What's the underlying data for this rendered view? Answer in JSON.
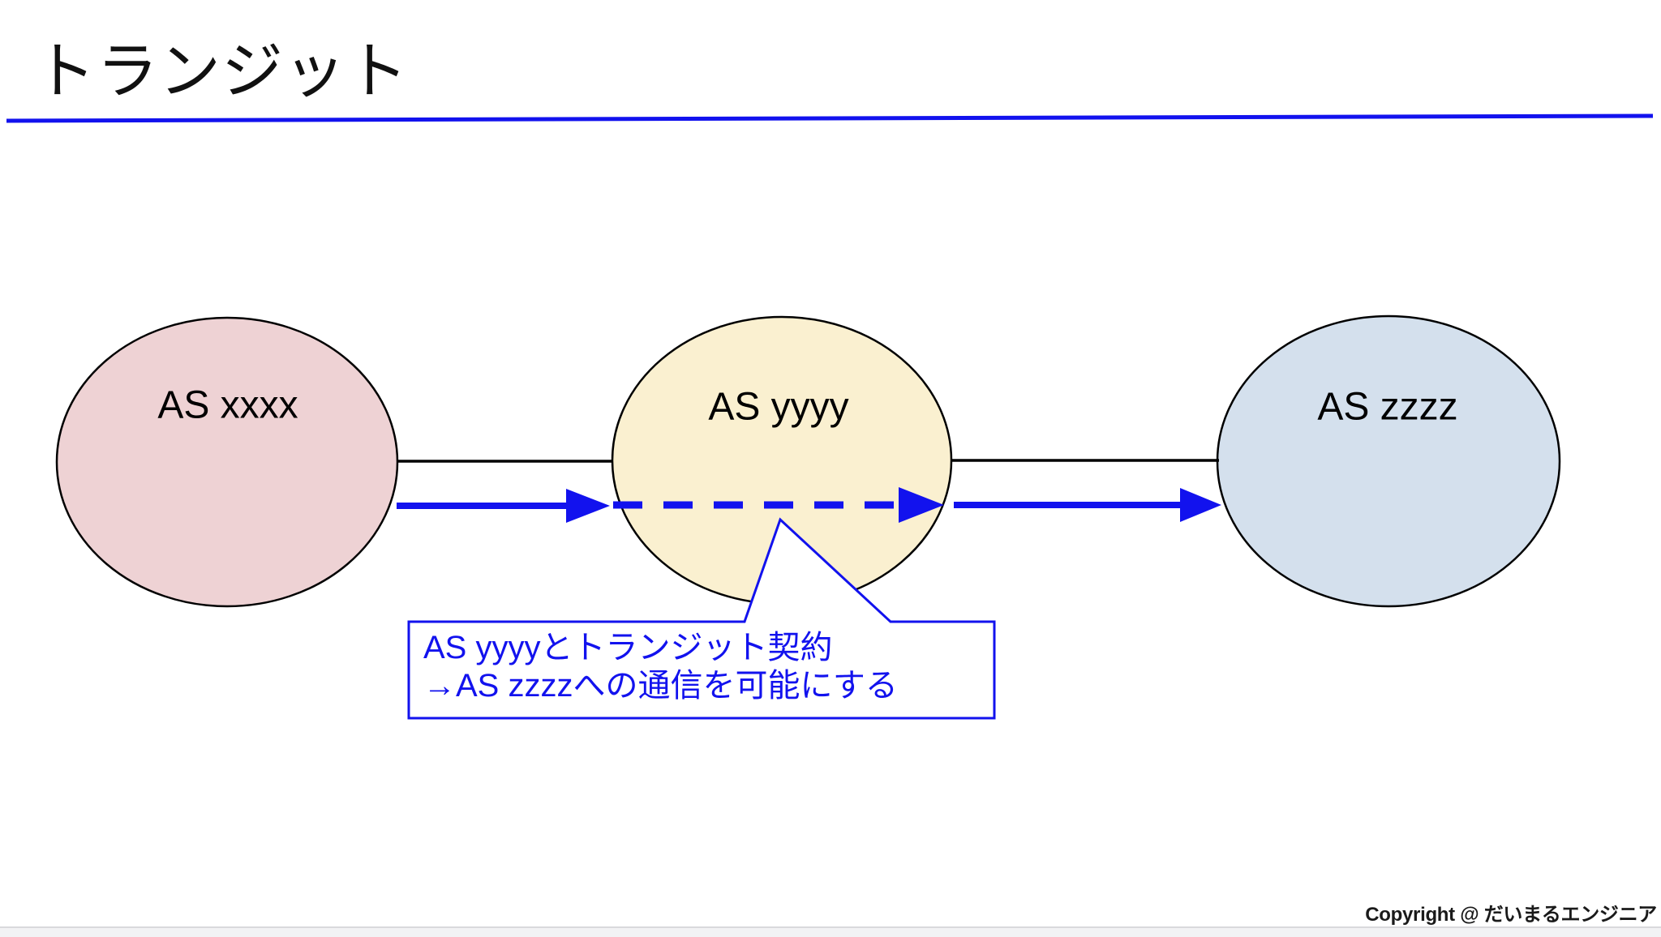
{
  "header": {
    "title": "トランジット"
  },
  "colors": {
    "accent": "#1212ee",
    "node-xxxx": "#eed2d4",
    "node-yyyy": "#faf0d0",
    "node-zzzz": "#d4e0ed",
    "footer-bar": "#f2f2f4",
    "footer-bar-border": "#d9d9dc"
  },
  "diagram": {
    "nodes": [
      {
        "id": "as-xxxx",
        "label": "AS xxxx"
      },
      {
        "id": "as-yyyy",
        "label": "AS yyyy"
      },
      {
        "id": "as-zzzz",
        "label": "AS zzzz"
      }
    ],
    "callout": {
      "line1": "AS yyyyとトランジット契約",
      "line2": "→AS zzzzへの通信を可能にする"
    }
  },
  "footer": {
    "copyright": "Copyright @ だいまるエンジニア"
  }
}
